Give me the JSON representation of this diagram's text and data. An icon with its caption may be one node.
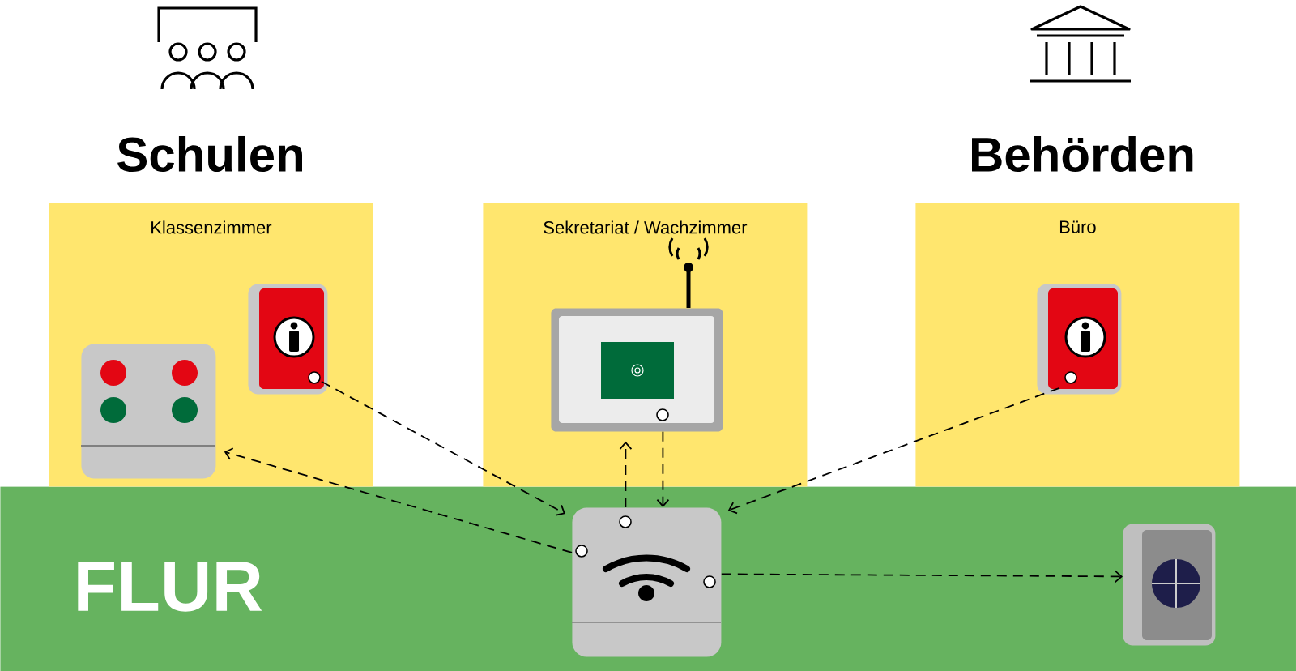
{
  "diagram": {
    "nodes": [
      {
        "text": [
          "Klassenzimmer"
        ]
      },
      {
        "text": [],
        "shape": "box",
        "in": 0
      },
      {
        "text": [],
        "shape": "box",
        "in": 0
      },
      {
        "text": [
          "Sekretariat / Wachzimmer"
        ]
      },
      {
        "text": [],
        "shape": "box",
        "in": 3
      },
      {
        "text": [
          "Büro"
        ]
      },
      {
        "text": [],
        "shape": "box",
        "in": 5
      },
      {
        "text": [
          "FLUR"
        ]
      },
      {
        "text": [],
        "shape": "box",
        "in": 7
      },
      {
        "text": [],
        "shape": "box",
        "in": 7
      }
    ],
    "edges": [
      {
        "from": 2,
        "to": 8,
        "arrow": "to"
      },
      {
        "from": 8,
        "to": 1,
        "arrow": "to"
      },
      {
        "from": 8,
        "to": 4,
        "arrow": "to"
      },
      {
        "from": 4,
        "to": 8,
        "arrow": "to"
      },
      {
        "from": 6,
        "to": 8,
        "arrow": "to"
      },
      {
        "from": 8,
        "to": 9,
        "arrow": "to"
      }
    ],
    "labels": [
      "Schulen",
      "Behörden"
    ]
  }
}
